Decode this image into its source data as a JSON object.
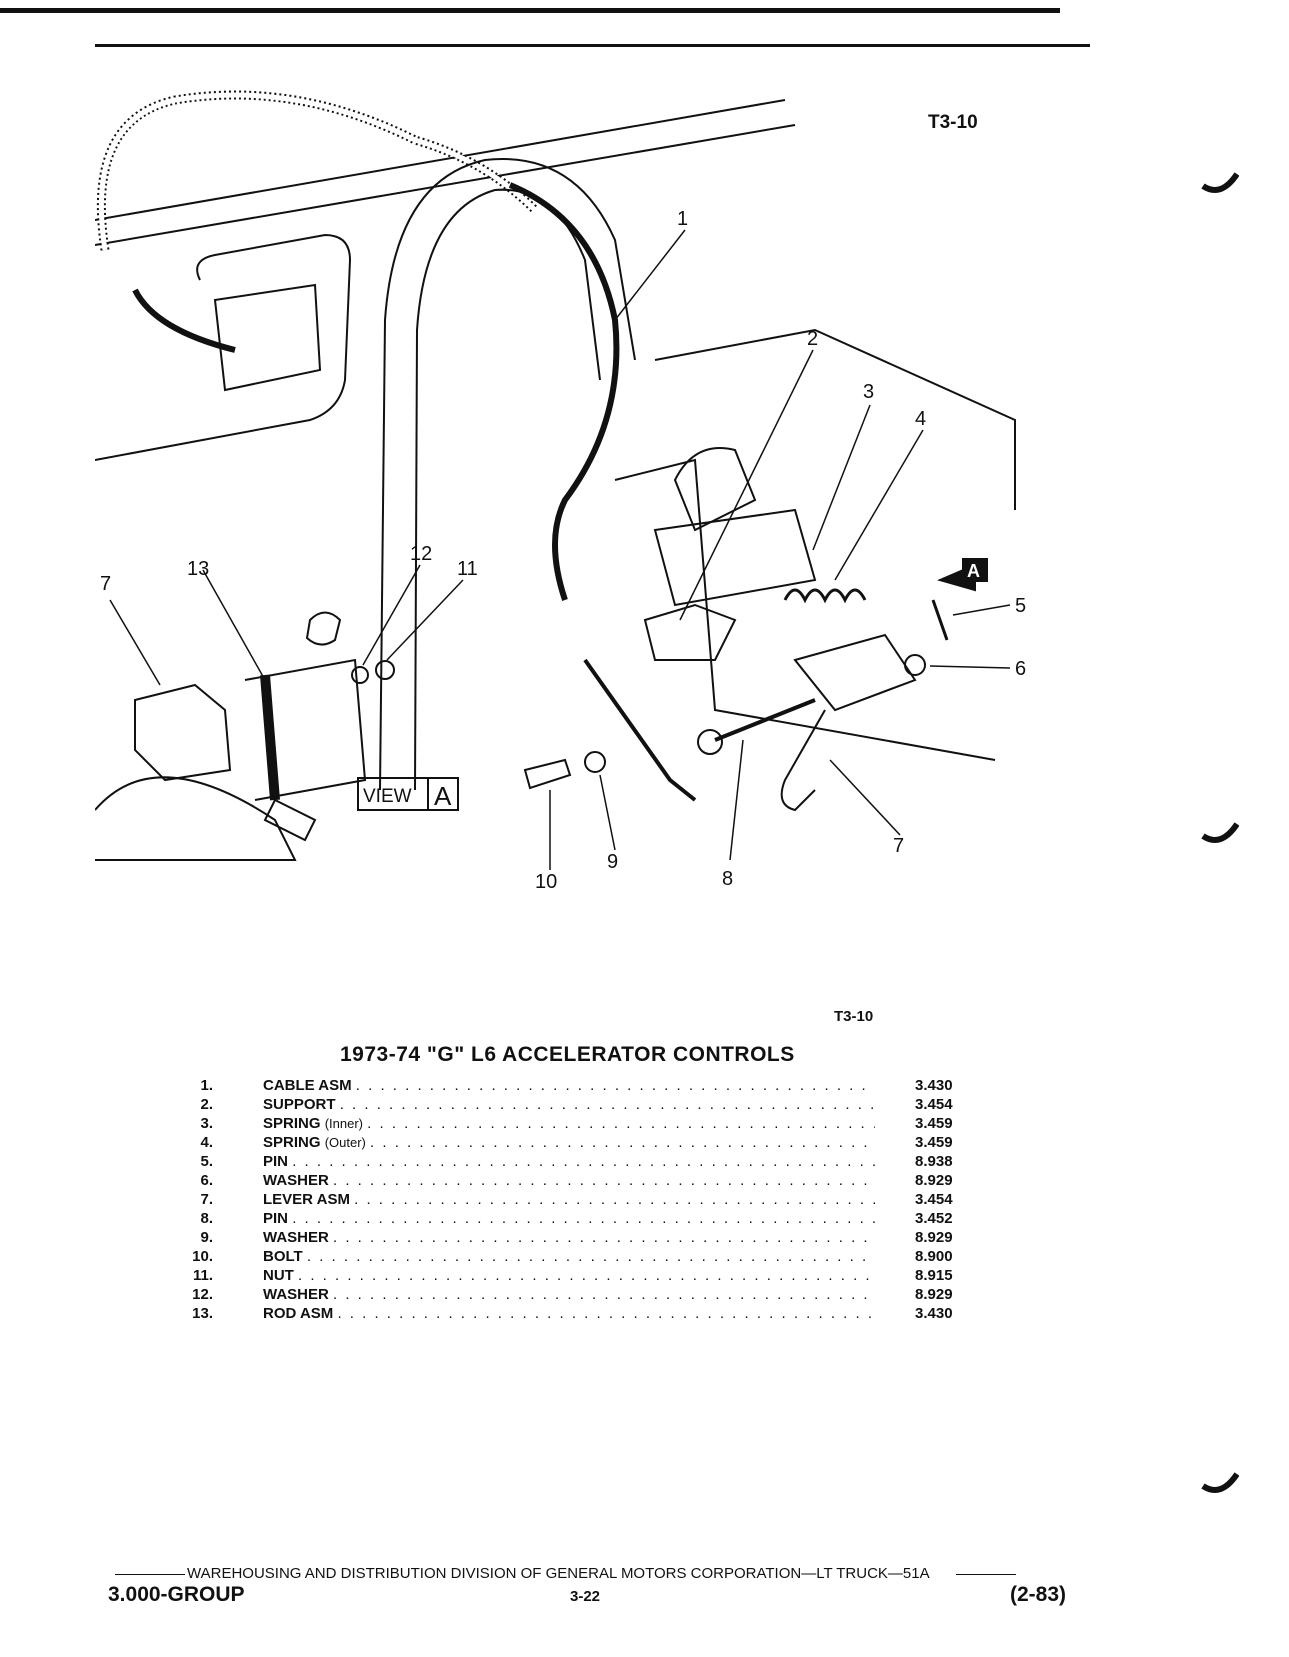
{
  "figure_code_top": "T3-10",
  "figure_code_bottom": "T3-10",
  "view_label": "VIEW",
  "view_letter": "A",
  "callouts": [
    "1",
    "2",
    "3",
    "4",
    "5",
    "6",
    "7",
    "7",
    "8",
    "9",
    "10",
    "11",
    "12",
    "13"
  ],
  "legend": {
    "title": "1973-74 \"G\" L6 ACCELERATOR CONTROLS",
    "parts": [
      {
        "num": "1.",
        "name": "CABLE ASM",
        "qualifier": "",
        "code": "3.430"
      },
      {
        "num": "2.",
        "name": "SUPPORT",
        "qualifier": "",
        "code": "3.454"
      },
      {
        "num": "3.",
        "name": "SPRING",
        "qualifier": "(Inner)",
        "code": "3.459"
      },
      {
        "num": "4.",
        "name": "SPRING",
        "qualifier": "(Outer)",
        "code": "3.459"
      },
      {
        "num": "5.",
        "name": "PIN",
        "qualifier": "",
        "code": "8.938"
      },
      {
        "num": "6.",
        "name": "WASHER",
        "qualifier": "",
        "code": "8.929"
      },
      {
        "num": "7.",
        "name": "LEVER ASM",
        "qualifier": "",
        "code": "3.454"
      },
      {
        "num": "8.",
        "name": "PIN",
        "qualifier": "",
        "code": "3.452"
      },
      {
        "num": "9.",
        "name": "WASHER",
        "qualifier": "",
        "code": "8.929"
      },
      {
        "num": "10.",
        "name": "BOLT",
        "qualifier": "",
        "code": "8.900"
      },
      {
        "num": "11.",
        "name": "NUT",
        "qualifier": "",
        "code": "8.915"
      },
      {
        "num": "12.",
        "name": "WASHER",
        "qualifier": "",
        "code": "8.929"
      },
      {
        "num": "13.",
        "name": "ROD ASM",
        "qualifier": "",
        "code": "3.430"
      }
    ]
  },
  "footer": {
    "line": "WAREHOUSING AND DISTRIBUTION  DIVISION OF GENERAL MOTORS CORPORATION—LT TRUCK—51A",
    "group": "3.000-GROUP",
    "page": "3-22",
    "date": "(2-83)"
  }
}
